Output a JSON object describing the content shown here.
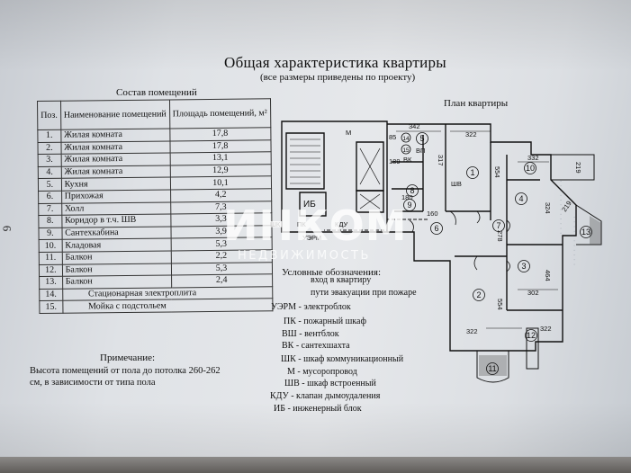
{
  "page_number": "6",
  "title": "Общая характеристика квартиры",
  "subtitle": "(все размеры приведены по проекту)",
  "rooms_table": {
    "caption": "Состав помещений",
    "headers": [
      "Поз.",
      "Наименование помещений",
      "Площадь помещений, м²"
    ],
    "rows": [
      {
        "pos": "1.",
        "name": "Жилая комната",
        "area": "17,8"
      },
      {
        "pos": "2.",
        "name": "Жилая комната",
        "area": "17,8"
      },
      {
        "pos": "3.",
        "name": "Жилая комната",
        "area": "13,1"
      },
      {
        "pos": "4.",
        "name": "Жилая комната",
        "area": "12,9"
      },
      {
        "pos": "5.",
        "name": "Кухня",
        "area": "10,1"
      },
      {
        "pos": "6.",
        "name": "Прихожая",
        "area": "4,2"
      },
      {
        "pos": "7.",
        "name": "Холл",
        "area": "7,3"
      },
      {
        "pos": "8.",
        "name": "Коридор в т.ч. ШВ",
        "area": "3,3"
      },
      {
        "pos": "9.",
        "name": "Сантехкабина",
        "area": "3,9"
      },
      {
        "pos": "10.",
        "name": "Кладовая",
        "area": "5,3"
      },
      {
        "pos": "11.",
        "name": "Балкон",
        "area": "2,2"
      },
      {
        "pos": "12.",
        "name": "Балкон",
        "area": "5,3"
      },
      {
        "pos": "13.",
        "name": "Балкон",
        "area": "2,4"
      },
      {
        "pos": "14.",
        "name": "Стационарная электроплита",
        "area": ""
      },
      {
        "pos": "15.",
        "name": "Мойка с подстольем",
        "area": ""
      }
    ]
  },
  "notes": {
    "title": "Примечание:",
    "text": "Высота помещений от пола до потолка 260-262 см, в зависимости от типа пола"
  },
  "plan": {
    "caption": "План квартиры",
    "room_numbers": [
      "1",
      "2",
      "3",
      "4",
      "5",
      "6",
      "7",
      "8",
      "9",
      "10",
      "11",
      "12",
      "13",
      "14",
      "15"
    ],
    "dimensions": [
      "342",
      "322",
      "317",
      "332",
      "554",
      "322",
      "324",
      "278",
      "180",
      "160",
      "464",
      "302",
      "554",
      "322",
      "219",
      "219",
      "85",
      "189"
    ],
    "labels": {
      "ib": "ИБ",
      "pk": "ПК",
      "kdu": "КДУ",
      "uerm": "УЭРМ",
      "shk": "ШК",
      "vp": "ВП",
      "vk": "ВК",
      "shv": "ШВ",
      "m": "М"
    }
  },
  "legend": {
    "title": "Условные обозначения:",
    "items": [
      "вход в квартиру",
      "пути эвакуации при пожаре",
      "УЭРМ - электроблок",
      "ПК - пожарный шкаф",
      "ВШ - вентблок",
      "ВК - сантехшахта",
      "ШК - шкаф коммуникационный",
      "М - мусоропровод",
      "ШВ - шкаф встроенный",
      "КДУ - клапан дымоудаления",
      "ИБ - инженерный блок"
    ]
  },
  "watermark": {
    "brand": "ИНКОМ",
    "tagline": "НЕДВИЖИМОСТЬ"
  },
  "colors": {
    "paper": "#e3e6ea",
    "ink": "#111111",
    "watermark": "#ffffff"
  }
}
